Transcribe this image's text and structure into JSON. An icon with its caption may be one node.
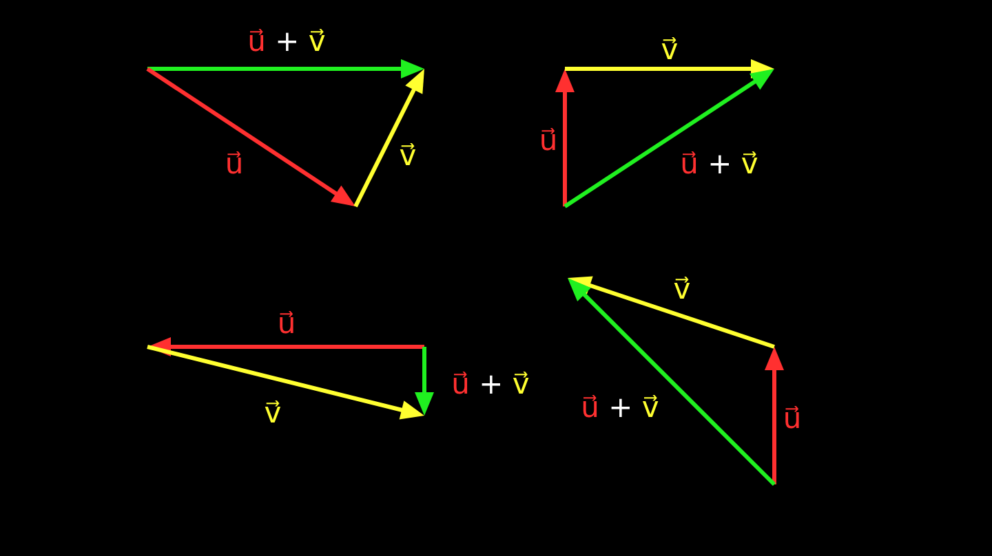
{
  "diagram": {
    "labels": [
      "u⃗ + v⃗",
      "u⃗",
      "v⃗",
      "v⃗",
      "u⃗",
      "u⃗ + v⃗",
      "u⃗",
      "u⃗ + v⃗",
      "v⃗",
      "v⃗",
      "u⃗ + v⃗",
      "u⃗"
    ]
  }
}
